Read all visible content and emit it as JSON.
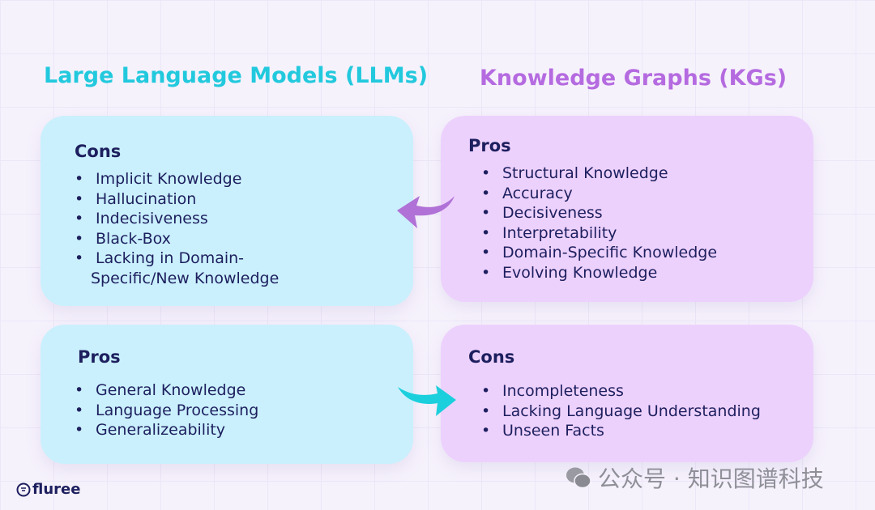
{
  "llm": {
    "title": "Large Language Models (LLMs)",
    "cons": {
      "heading": "Cons",
      "items": [
        "Implicit Knowledge",
        "Hallucination",
        "Indecisiveness",
        "Black-Box",
        "Lacking in Domain-",
        "Specific/New Knowledge"
      ]
    },
    "pros": {
      "heading": "Pros",
      "items": [
        "General Knowledge",
        "Language Processing",
        "Generalizeability"
      ]
    }
  },
  "kg": {
    "title": "Knowledge Graphs (KGs)",
    "pros": {
      "heading": "Pros",
      "items": [
        "Structural Knowledge",
        "Accuracy",
        "Decisiveness",
        "Interpretability",
        "Domain-Specific Knowledge",
        "Evolving Knowledge"
      ]
    },
    "cons": {
      "heading": "Cons",
      "items": [
        "Incompleteness",
        "Lacking Language Understanding",
        "Unseen Facts"
      ]
    }
  },
  "logo": "fluree",
  "watermark": "公众号 · 知识图谱科技",
  "colors": {
    "cyan": "#22c9dd",
    "purple": "#b56be0",
    "navy": "#1d1f5e"
  }
}
